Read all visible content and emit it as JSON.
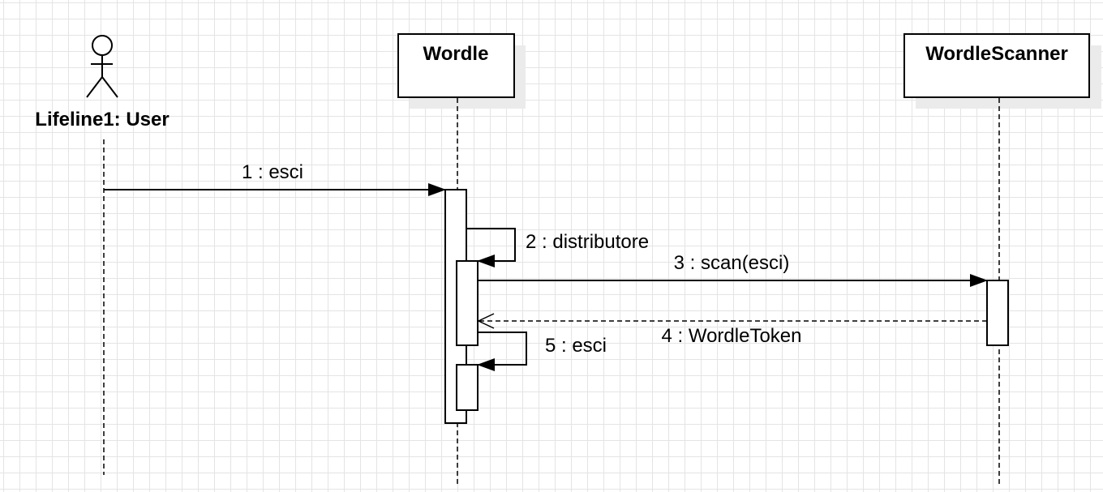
{
  "diagram": {
    "type": "uml-sequence",
    "lifelines": [
      {
        "id": "user",
        "kind": "actor",
        "label": "Lifeline1: User"
      },
      {
        "id": "wordle",
        "kind": "object",
        "label": "Wordle"
      },
      {
        "id": "scanner",
        "kind": "object",
        "label": "WordleScanner"
      }
    ],
    "messages": [
      {
        "id": "m1",
        "from": "user",
        "to": "wordle",
        "label": "1 : esci",
        "style": "sync"
      },
      {
        "id": "m2",
        "from": "wordle",
        "to": "wordle",
        "label": "2 : distributore",
        "style": "self"
      },
      {
        "id": "m3",
        "from": "wordle",
        "to": "scanner",
        "label": "3 : scan(esci)",
        "style": "sync"
      },
      {
        "id": "m4",
        "from": "scanner",
        "to": "wordle",
        "label": "4 : WordleToken",
        "style": "return"
      },
      {
        "id": "m5",
        "from": "wordle",
        "to": "wordle",
        "label": "5 : esci",
        "style": "self"
      }
    ]
  }
}
